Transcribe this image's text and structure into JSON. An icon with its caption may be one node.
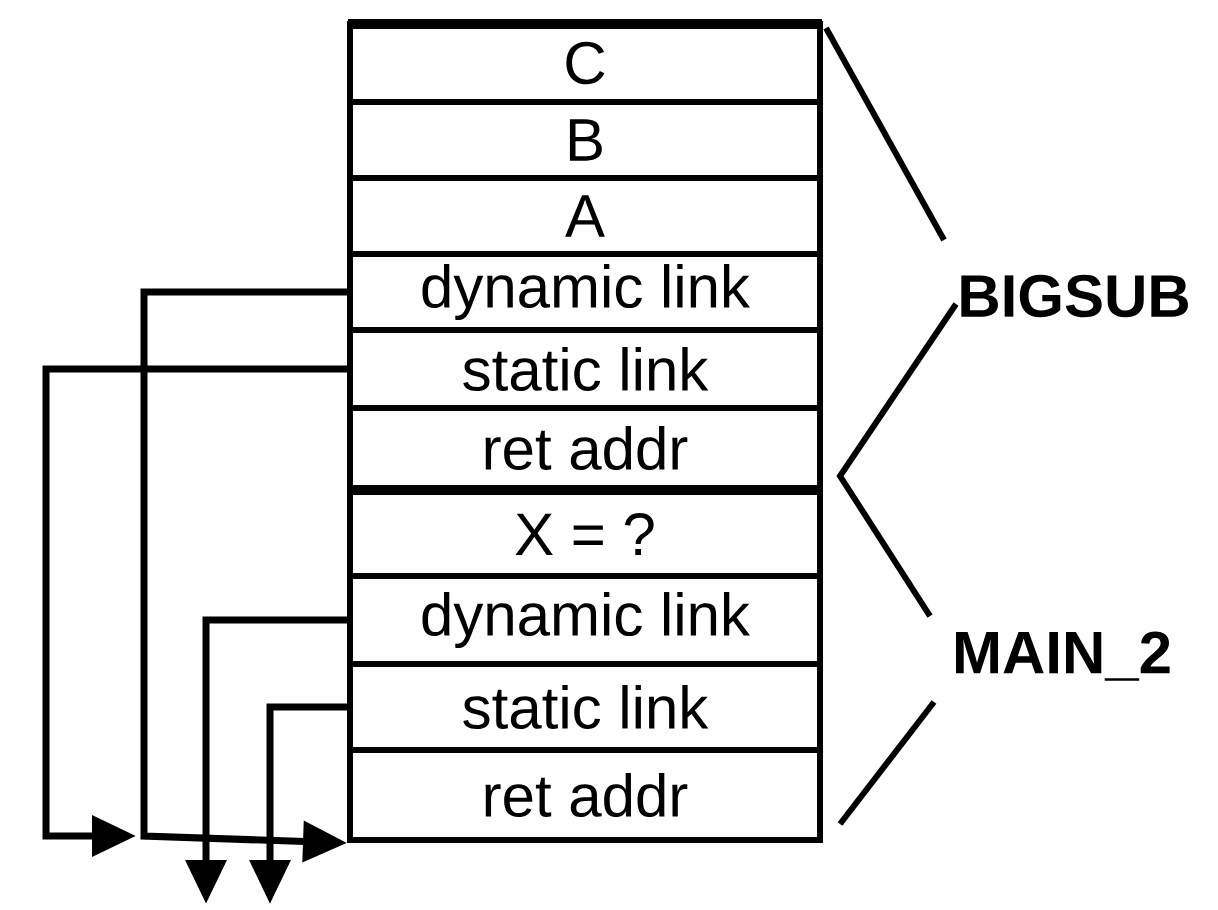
{
  "diagram": {
    "nodes": [
      {
        "text": [
          "C"
        ]
      },
      {
        "text": [
          "B"
        ]
      },
      {
        "text": [
          "A"
        ]
      },
      {
        "text": [
          "dynamic link"
        ]
      },
      {
        "text": [
          "static link"
        ]
      },
      {
        "text": [
          "ret addr"
        ]
      },
      {
        "text": [
          "X = ?"
        ]
      },
      {
        "text": [
          "dynamic link"
        ]
      },
      {
        "text": [
          "static link"
        ]
      },
      {
        "text": [
          "ret addr"
        ]
      }
    ],
    "edges": [
      {
        "from": 3,
        "to": 9,
        "arrow": "to"
      },
      {
        "from": 4,
        "to": null,
        "arrow": "to"
      },
      {
        "from": 7,
        "to": null,
        "arrow": "to"
      },
      {
        "from": 8,
        "to": null,
        "arrow": "to"
      }
    ],
    "labels": [
      "BIGSUB",
      "MAIN_2"
    ]
  }
}
